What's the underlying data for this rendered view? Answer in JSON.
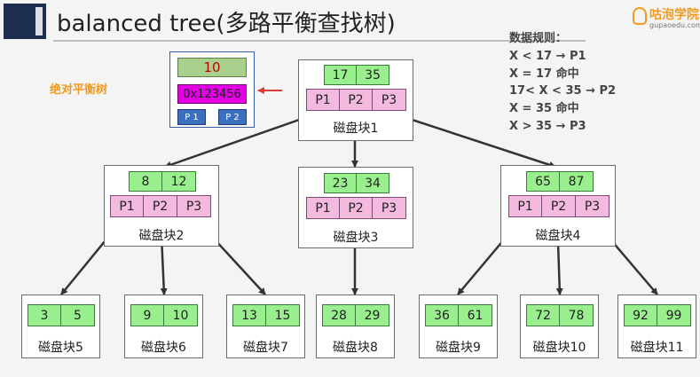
{
  "header": {
    "title": "balanced tree(多路平衡查找树)",
    "logo_text": "咕泡学院",
    "logo_sub": "gupaoedu.com"
  },
  "side_label": "绝对平衡树",
  "rules": {
    "heading": "数据规则：",
    "lines": [
      "X < 17 → P1",
      "X = 17 命中",
      "17< X < 35 → P2",
      "X = 35 命中",
      "X > 35 → P3"
    ]
  },
  "record_card": {
    "value": "10",
    "address": "0x123456",
    "p1": "P 1",
    "p2": "P 2"
  },
  "nodes": {
    "root": {
      "keys": [
        "17",
        "35"
      ],
      "ptrs": [
        "P1",
        "P2",
        "P3"
      ],
      "caption": "磁盘块1"
    },
    "n2": {
      "keys": [
        "8",
        "12"
      ],
      "ptrs": [
        "P1",
        "P2",
        "P3"
      ],
      "caption": "磁盘块2"
    },
    "n3": {
      "keys": [
        "23",
        "34"
      ],
      "ptrs": [
        "P1",
        "P2",
        "P3"
      ],
      "caption": "磁盘块3"
    },
    "n4": {
      "keys": [
        "65",
        "87"
      ],
      "ptrs": [
        "P1",
        "P2",
        "P3"
      ],
      "caption": "磁盘块4"
    },
    "leaf5": {
      "keys": [
        "3",
        "5"
      ],
      "caption": "磁盘块5"
    },
    "leaf6": {
      "keys": [
        "9",
        "10"
      ],
      "caption": "磁盘块6"
    },
    "leaf7": {
      "keys": [
        "13",
        "15"
      ],
      "caption": "磁盘块7"
    },
    "leaf8": {
      "keys": [
        "28",
        "29"
      ],
      "caption": "磁盘块8"
    },
    "leaf9": {
      "keys": [
        "36",
        "61"
      ],
      "caption": "磁盘块9"
    },
    "leaf10": {
      "keys": [
        "72",
        "78"
      ],
      "caption": "磁盘块10"
    },
    "leaf11": {
      "keys": [
        "92",
        "99"
      ],
      "caption": "磁盘块11"
    }
  }
}
